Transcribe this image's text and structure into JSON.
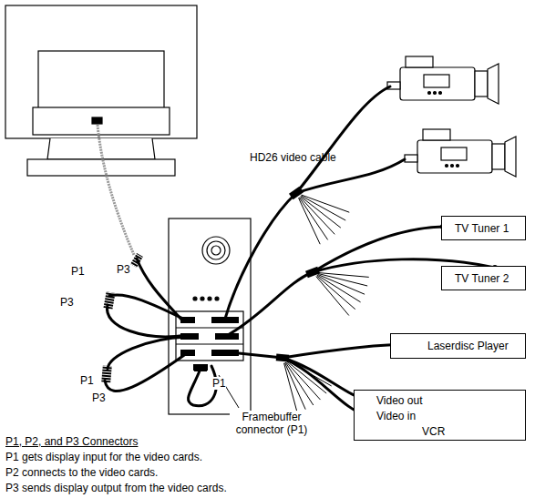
{
  "diagram": {
    "nodes": [
      {
        "text": [
          "TV Tuner 1"
        ]
      },
      {
        "text": [
          "TV Tuner 2"
        ]
      },
      {
        "text": [
          "Laserdisc Player"
        ]
      },
      {
        "text": [
          "Video out",
          "Video in",
          "VCR"
        ]
      }
    ],
    "labels": [
      "HD26 video cable",
      "P3",
      "P1",
      "P3",
      "P1",
      "P3",
      "P1",
      "Framebuffer connector (P1)",
      "P1, P2, and P3 Connectors",
      "P1 gets display input for the video cards.",
      "P2 connects to the video cards.",
      "P3 sends display output from the video cards."
    ]
  }
}
